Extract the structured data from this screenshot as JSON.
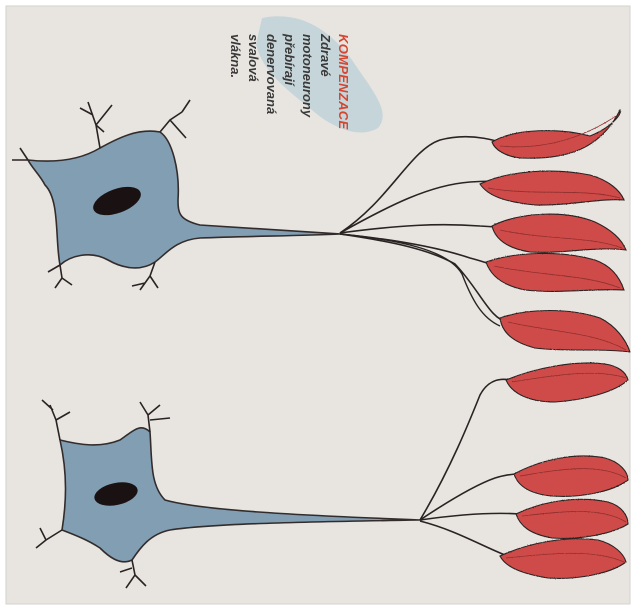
{
  "caption": {
    "heading": "KOMPENZACE",
    "lines": [
      "Zdravé",
      "motoneurony",
      "přebírají",
      "denervovaná",
      "svalová",
      "vlákna."
    ]
  },
  "colors": {
    "paper": "#e8e5e0",
    "neuron_fill": "#7d9bb1",
    "nucleus": "#1a1212",
    "muscle_fill": "#cf4c49",
    "line": "#2a2323",
    "heading": "#d6452f",
    "watercolor": "#a9c9d4"
  }
}
